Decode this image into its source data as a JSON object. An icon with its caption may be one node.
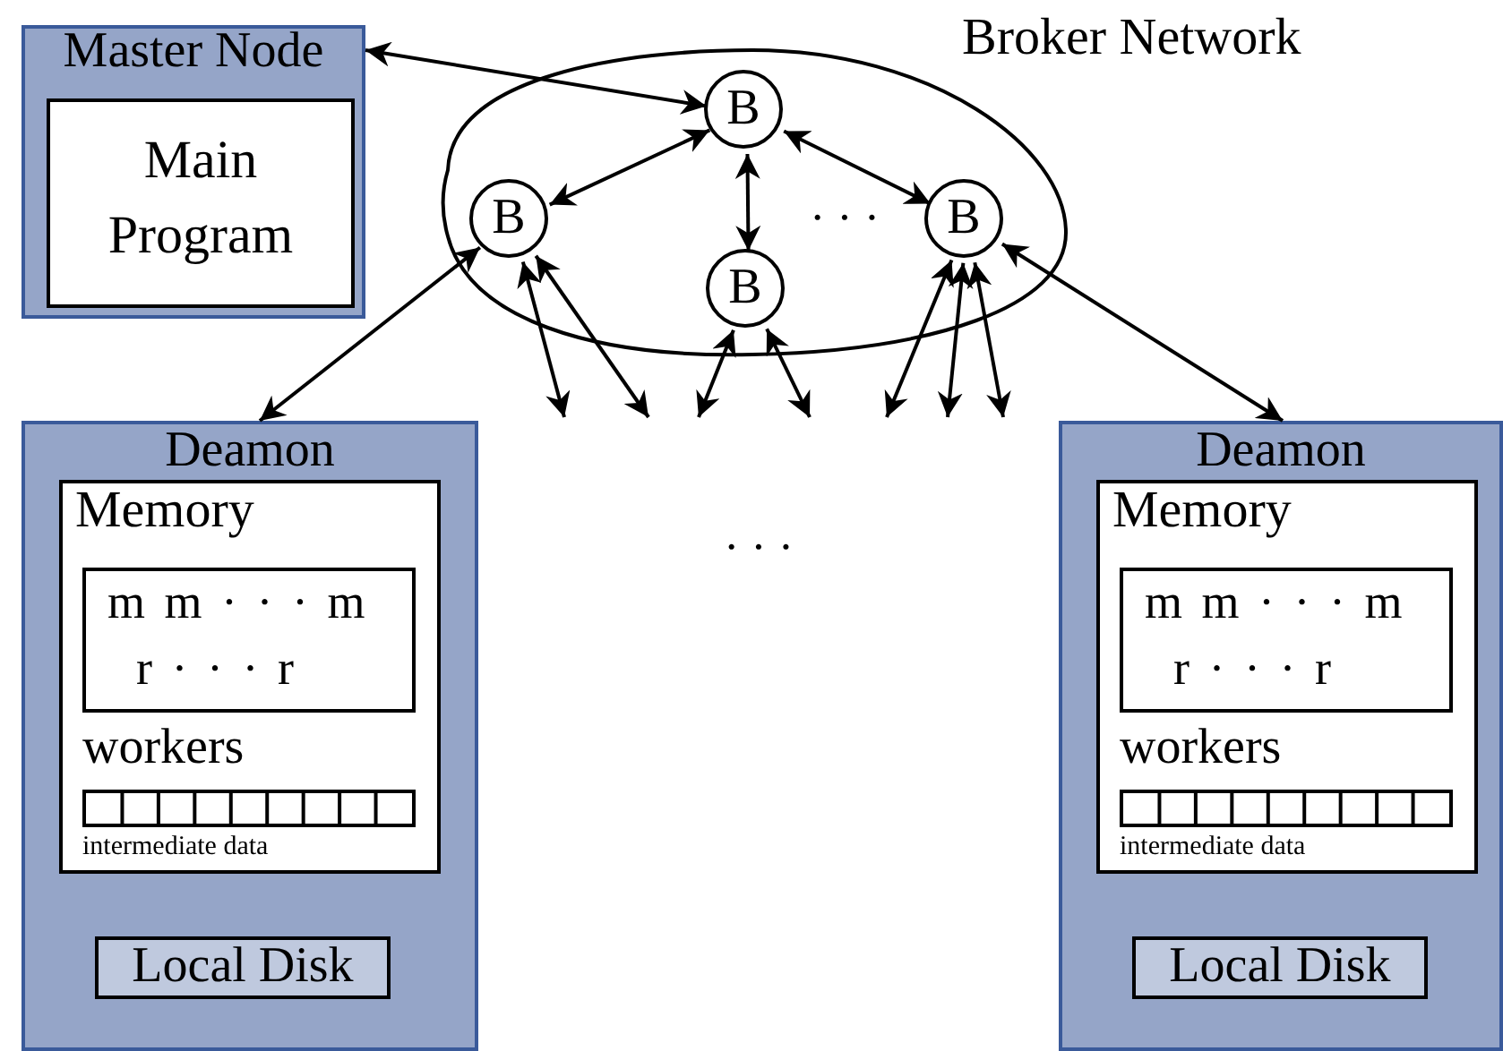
{
  "diagram": {
    "nodes": [
      {
        "text": [
          "Master Node"
        ]
      },
      {
        "text": [
          "Main Program"
        ],
        "in": 0
      },
      {
        "text": [
          "Broker Network"
        ]
      },
      {
        "text": [
          "B"
        ],
        "in": 2
      },
      {
        "text": [
          "B"
        ],
        "in": 2
      },
      {
        "text": [
          "B"
        ],
        "in": 2
      },
      {
        "text": [
          "B"
        ],
        "in": 2
      },
      {
        "text": [
          "Deamon"
        ]
      },
      {
        "text": [
          "Memory"
        ],
        "in": 7
      },
      {
        "text": [
          "m m · · · m",
          "r · · · r"
        ],
        "in": 8,
        "beside": [
          "workers"
        ]
      },
      {
        "text": [],
        "shape": "bar",
        "in": 8,
        "beside": [
          "intermediate data"
        ]
      },
      {
        "text": [
          "Local Disk"
        ],
        "in": 7
      },
      {
        "text": [
          "Deamon"
        ]
      },
      {
        "text": [
          "Memory"
        ],
        "in": 12
      },
      {
        "text": [
          "m m · · · m",
          "r · · · r"
        ],
        "in": 13,
        "beside": [
          "workers"
        ]
      },
      {
        "text": [],
        "shape": "bar",
        "in": 13,
        "beside": [
          "intermediate data"
        ]
      },
      {
        "text": [
          "Local Disk"
        ],
        "in": 12
      }
    ],
    "edges": [
      {
        "from": 0,
        "to": 3,
        "arrow": "both"
      },
      {
        "from": 3,
        "to": 4,
        "arrow": "both"
      },
      {
        "from": 3,
        "to": 5,
        "arrow": "both"
      },
      {
        "from": 3,
        "to": 6,
        "arrow": "both"
      },
      {
        "from": 4,
        "to": 7,
        "arrow": "both"
      },
      {
        "from": 6,
        "to": 12,
        "arrow": "both"
      },
      {
        "from": 4,
        "to": null,
        "arrow": "both"
      },
      {
        "from": 4,
        "to": null,
        "arrow": "both"
      },
      {
        "from": 5,
        "to": null,
        "arrow": "both"
      },
      {
        "from": 5,
        "to": null,
        "arrow": "both"
      },
      {
        "from": 6,
        "to": null,
        "arrow": "both"
      },
      {
        "from": 6,
        "to": null,
        "arrow": "both"
      },
      {
        "from": 6,
        "to": null,
        "arrow": "both"
      }
    ],
    "labels": [
      "· · ·",
      "· · ·"
    ]
  }
}
